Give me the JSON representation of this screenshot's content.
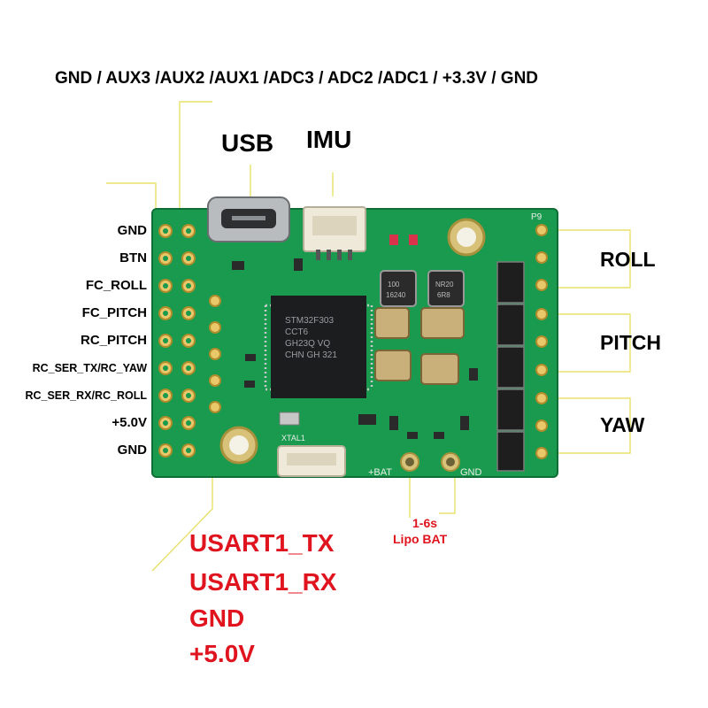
{
  "top_header": "GND / AUX3 /AUX2 /AUX1 /ADC3 / ADC2 /ADC1 / +3.3V / GND",
  "usb_label": "USB",
  "imu_label": "IMU",
  "left_pins": [
    "GND",
    "BTN",
    "FC_ROLL",
    "FC_PITCH",
    "RC_PITCH",
    "RC_SER_TX/RC_YAW",
    "RC_SER_RX/RC_ROLL",
    "+5.0V",
    "GND"
  ],
  "right_labels": {
    "roll": "ROLL",
    "pitch": "PITCH",
    "yaw": "YAW"
  },
  "battery": {
    "line1": "1-6s",
    "line2": "Lipo BAT",
    "plus": "+BAT",
    "gnd": "GND"
  },
  "usart": [
    "USART1_TX",
    "USART1_RX",
    "GND",
    "+5.0V"
  ],
  "silkscreen": {
    "chip_lines": [
      "STM32F303",
      "CCT6",
      "GH23Q  VQ",
      "CHN GH 321"
    ],
    "inductor1": [
      "100",
      "16240"
    ],
    "inductor2": [
      "NR20",
      "6R8"
    ],
    "xtal": "XTAL1",
    "p9": "P9"
  },
  "colors": {
    "pcb": "#1a9a4e",
    "pcb_dark": "#0f7a3a",
    "leader": "#e8e06a",
    "label_red": "#e0141e"
  }
}
